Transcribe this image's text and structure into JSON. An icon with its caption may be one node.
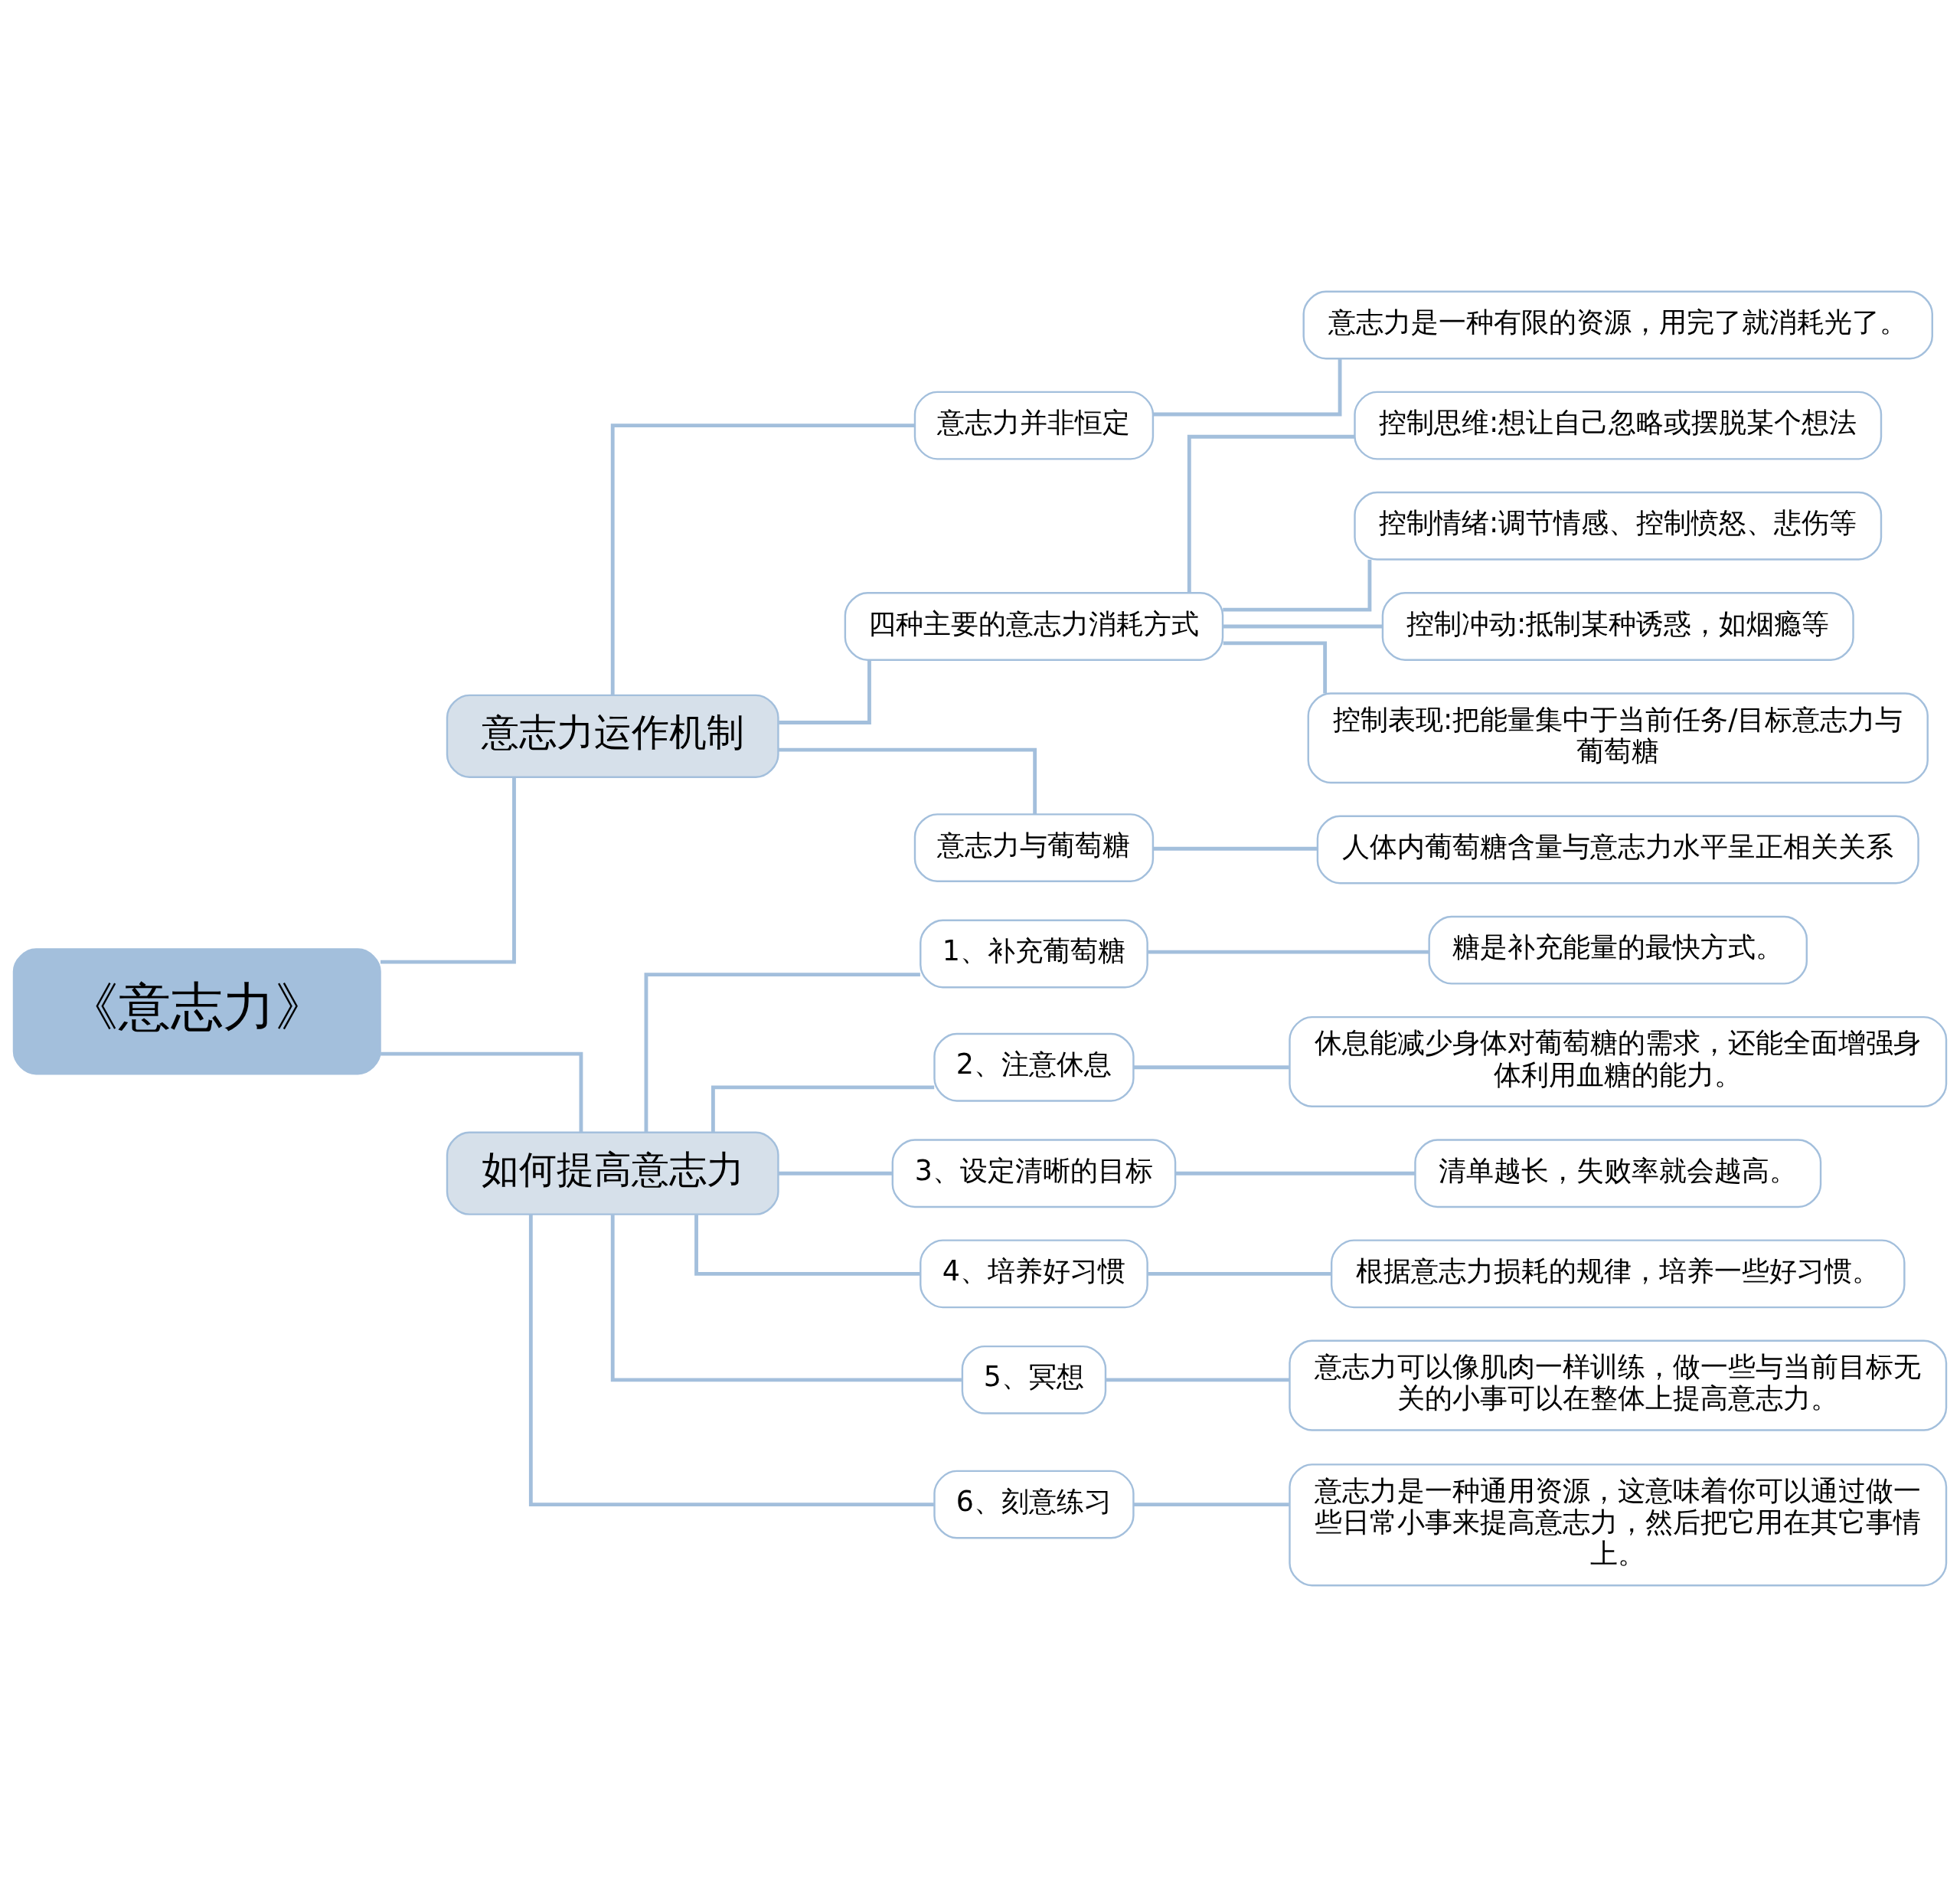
{
  "diagram": {
    "nodes": [
      {
        "text": [
          "《意志力》"
        ]
      },
      {
        "text": [
          "意志力运作机制"
        ]
      },
      {
        "text": [
          "意志力并非恒定"
        ]
      },
      {
        "text": [
          "意志力是一种有限的资源，用完了就消耗光了。"
        ]
      },
      {
        "text": [
          "四种主要的意志力消耗方式"
        ]
      },
      {
        "text": [
          "控制思维:想让自己忽略或摆脱某个想法"
        ]
      },
      {
        "text": [
          "控制情绪:调节情感、控制愤怒、悲伤等"
        ]
      },
      {
        "text": [
          "控制冲动:抵制某种诱惑，如烟瘾等"
        ]
      },
      {
        "text": [
          "控制表现:把能量集中于当前任务/目标意志力与葡萄糖"
        ]
      },
      {
        "text": [
          "意志力与葡萄糖"
        ]
      },
      {
        "text": [
          "人体内葡萄糖含量与意志力水平呈正相关关系"
        ]
      },
      {
        "text": [
          "如何提高意志力"
        ]
      },
      {
        "text": [
          "1、补充葡萄糖"
        ]
      },
      {
        "text": [
          "糖是补充能量的最快方式。"
        ]
      },
      {
        "text": [
          "2、注意休息"
        ]
      },
      {
        "text": [
          "休息能减少身体对葡萄糖的需求，还能全面增强身体利用血糖的能力。"
        ]
      },
      {
        "text": [
          "3、设定清晰的目标"
        ]
      },
      {
        "text": [
          "清单越长，失败率就会越高。"
        ]
      },
      {
        "text": [
          "4、培养好习惯"
        ]
      },
      {
        "text": [
          "根据意志力损耗的规律，培养一些好习惯。"
        ]
      },
      {
        "text": [
          "5、冥想"
        ]
      },
      {
        "text": [
          "意志力可以像肌肉一样训练，做一些与当前目标无关的小事可以在整体上提高意志力。"
        ]
      },
      {
        "text": [
          "6、刻意练习"
        ]
      },
      {
        "text": [
          "意志力是一种通用资源，这意味着你可以通过做一些日常小事来提高意志力，然后把它用在其它事情上。"
        ]
      }
    ],
    "edges": [
      {
        "from": 0,
        "to": 1,
        "arrow": "none"
      },
      {
        "from": 1,
        "to": 2,
        "arrow": "none"
      },
      {
        "from": 2,
        "to": 3,
        "arrow": "none"
      },
      {
        "from": 1,
        "to": 4,
        "arrow": "none"
      },
      {
        "from": 4,
        "to": 5,
        "arrow": "none"
      },
      {
        "from": 4,
        "to": 6,
        "arrow": "none"
      },
      {
        "from": 4,
        "to": 7,
        "arrow": "none"
      },
      {
        "from": 4,
        "to": 8,
        "arrow": "none"
      },
      {
        "from": 1,
        "to": 9,
        "arrow": "none"
      },
      {
        "from": 9,
        "to": 10,
        "arrow": "none"
      },
      {
        "from": 0,
        "to": 11,
        "arrow": "none"
      },
      {
        "from": 11,
        "to": 12,
        "arrow": "none"
      },
      {
        "from": 12,
        "to": 13,
        "arrow": "none"
      },
      {
        "from": 11,
        "to": 14,
        "arrow": "none"
      },
      {
        "from": 14,
        "to": 15,
        "arrow": "none"
      },
      {
        "from": 11,
        "to": 16,
        "arrow": "none"
      },
      {
        "from": 16,
        "to": 17,
        "arrow": "none"
      },
      {
        "from": 11,
        "to": 18,
        "arrow": "none"
      },
      {
        "from": 18,
        "to": 19,
        "arrow": "none"
      },
      {
        "from": 11,
        "to": 20,
        "arrow": "none"
      },
      {
        "from": 20,
        "to": 21,
        "arrow": "none"
      },
      {
        "from": 11,
        "to": 22,
        "arrow": "none"
      },
      {
        "from": 22,
        "to": 23,
        "arrow": "none"
      }
    ]
  }
}
